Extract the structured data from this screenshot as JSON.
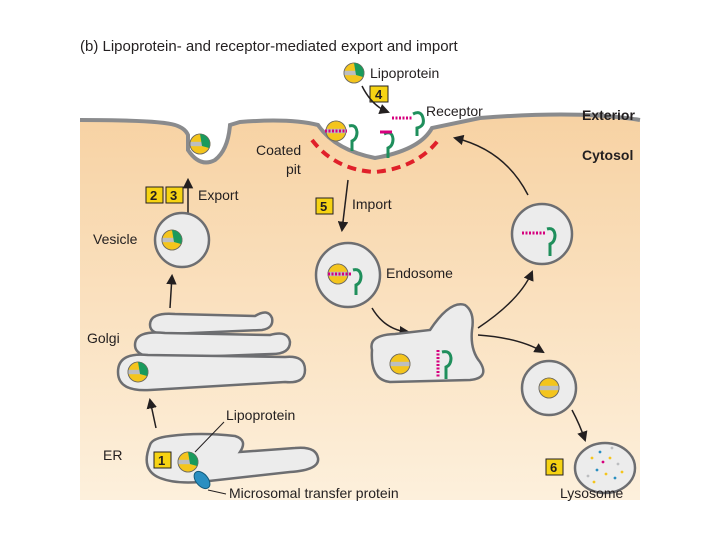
{
  "title": "(b)  Lipoprotein- and receptor-mediated export and import",
  "labels": {
    "lipoprotein_top": "Lipoprotein",
    "receptor": "Receptor",
    "exterior": "Exterior",
    "cytosol": "Cytosol",
    "coated": "Coated",
    "pit": "pit",
    "export": "Export",
    "import": "Import",
    "vesicle": "Vesicle",
    "endosome": "Endosome",
    "golgi": "Golgi",
    "lipoprotein_er": "Lipoprotein",
    "er": "ER",
    "mtp": "Microsomal transfer protein",
    "lysosome": "Lysosome"
  },
  "steps": {
    "s1": "1",
    "s2": "2",
    "s3": "3",
    "s4": "4",
    "s5": "5",
    "s6": "6"
  },
  "colors": {
    "cytosol": "#f9dcb4",
    "exterior": "#ffffff",
    "membrane_fill": "#ececec",
    "membrane_stroke": "#6d6e71",
    "lipoprotein_yellow": "#f4c51d",
    "lipoprotein_band": "#bcbec0",
    "apoprotein_green": "#1a9a5c",
    "receptor_green": "#1f8f5c",
    "ligand_magenta": "#d6007e",
    "coat_red": "#e0202a",
    "step_box": "#f6d313",
    "mtp_blue": "#2a8fc1"
  }
}
